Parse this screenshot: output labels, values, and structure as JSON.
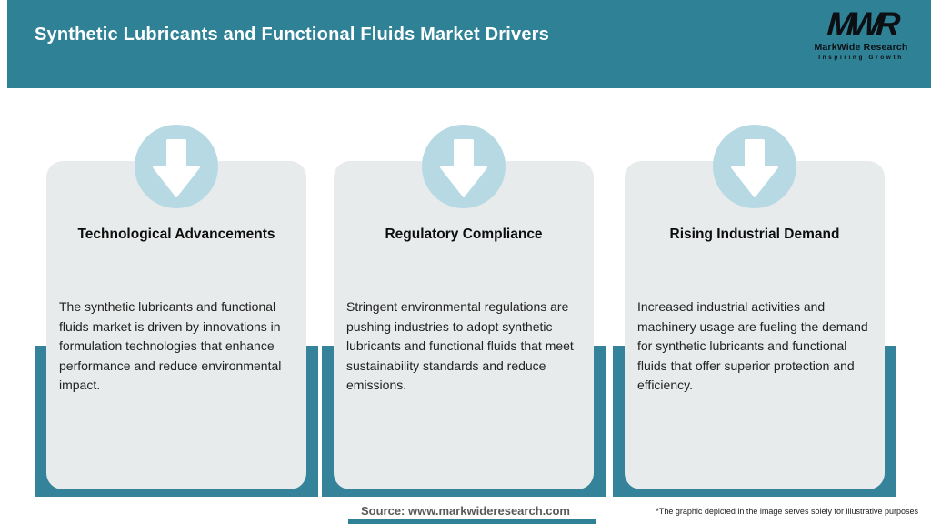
{
  "header": {
    "title": "Synthetic Lubricants and Functional Fluids Market Drivers",
    "logo": {
      "acronym": "MWR",
      "name": "MarkWide Research",
      "tagline": "Inspiring Growth"
    }
  },
  "cards": [
    {
      "icon": "arrow-down-icon",
      "title": "Technological Advancements",
      "description": "The synthetic lubricants and functional fluids market is driven by innovations in formulation technologies that enhance performance and reduce environmental impact."
    },
    {
      "icon": "arrow-down-icon",
      "title": "Regulatory Compliance",
      "description": "Stringent environmental regulations are pushing industries to adopt synthetic lubricants and functional fluids that meet sustainability standards and reduce emissions."
    },
    {
      "icon": "arrow-down-icon",
      "title": "Rising Industrial Demand",
      "description": "Increased industrial activities and machinery usage are fueling the demand for synthetic lubricants and functional fluids that offer superior protection and efficiency."
    }
  ],
  "footer": {
    "source": "Source: www.markwideresearch.com",
    "disclaimer": "*The graphic depicted in the image serves solely for illustrative purposes"
  },
  "colors": {
    "header_teal": "#2F8296",
    "band_teal": "#35839B",
    "card_bg": "#E8EBEB",
    "icon_circle_blue": "#B7D9E4",
    "arrow_white": "#FFFFFF"
  }
}
